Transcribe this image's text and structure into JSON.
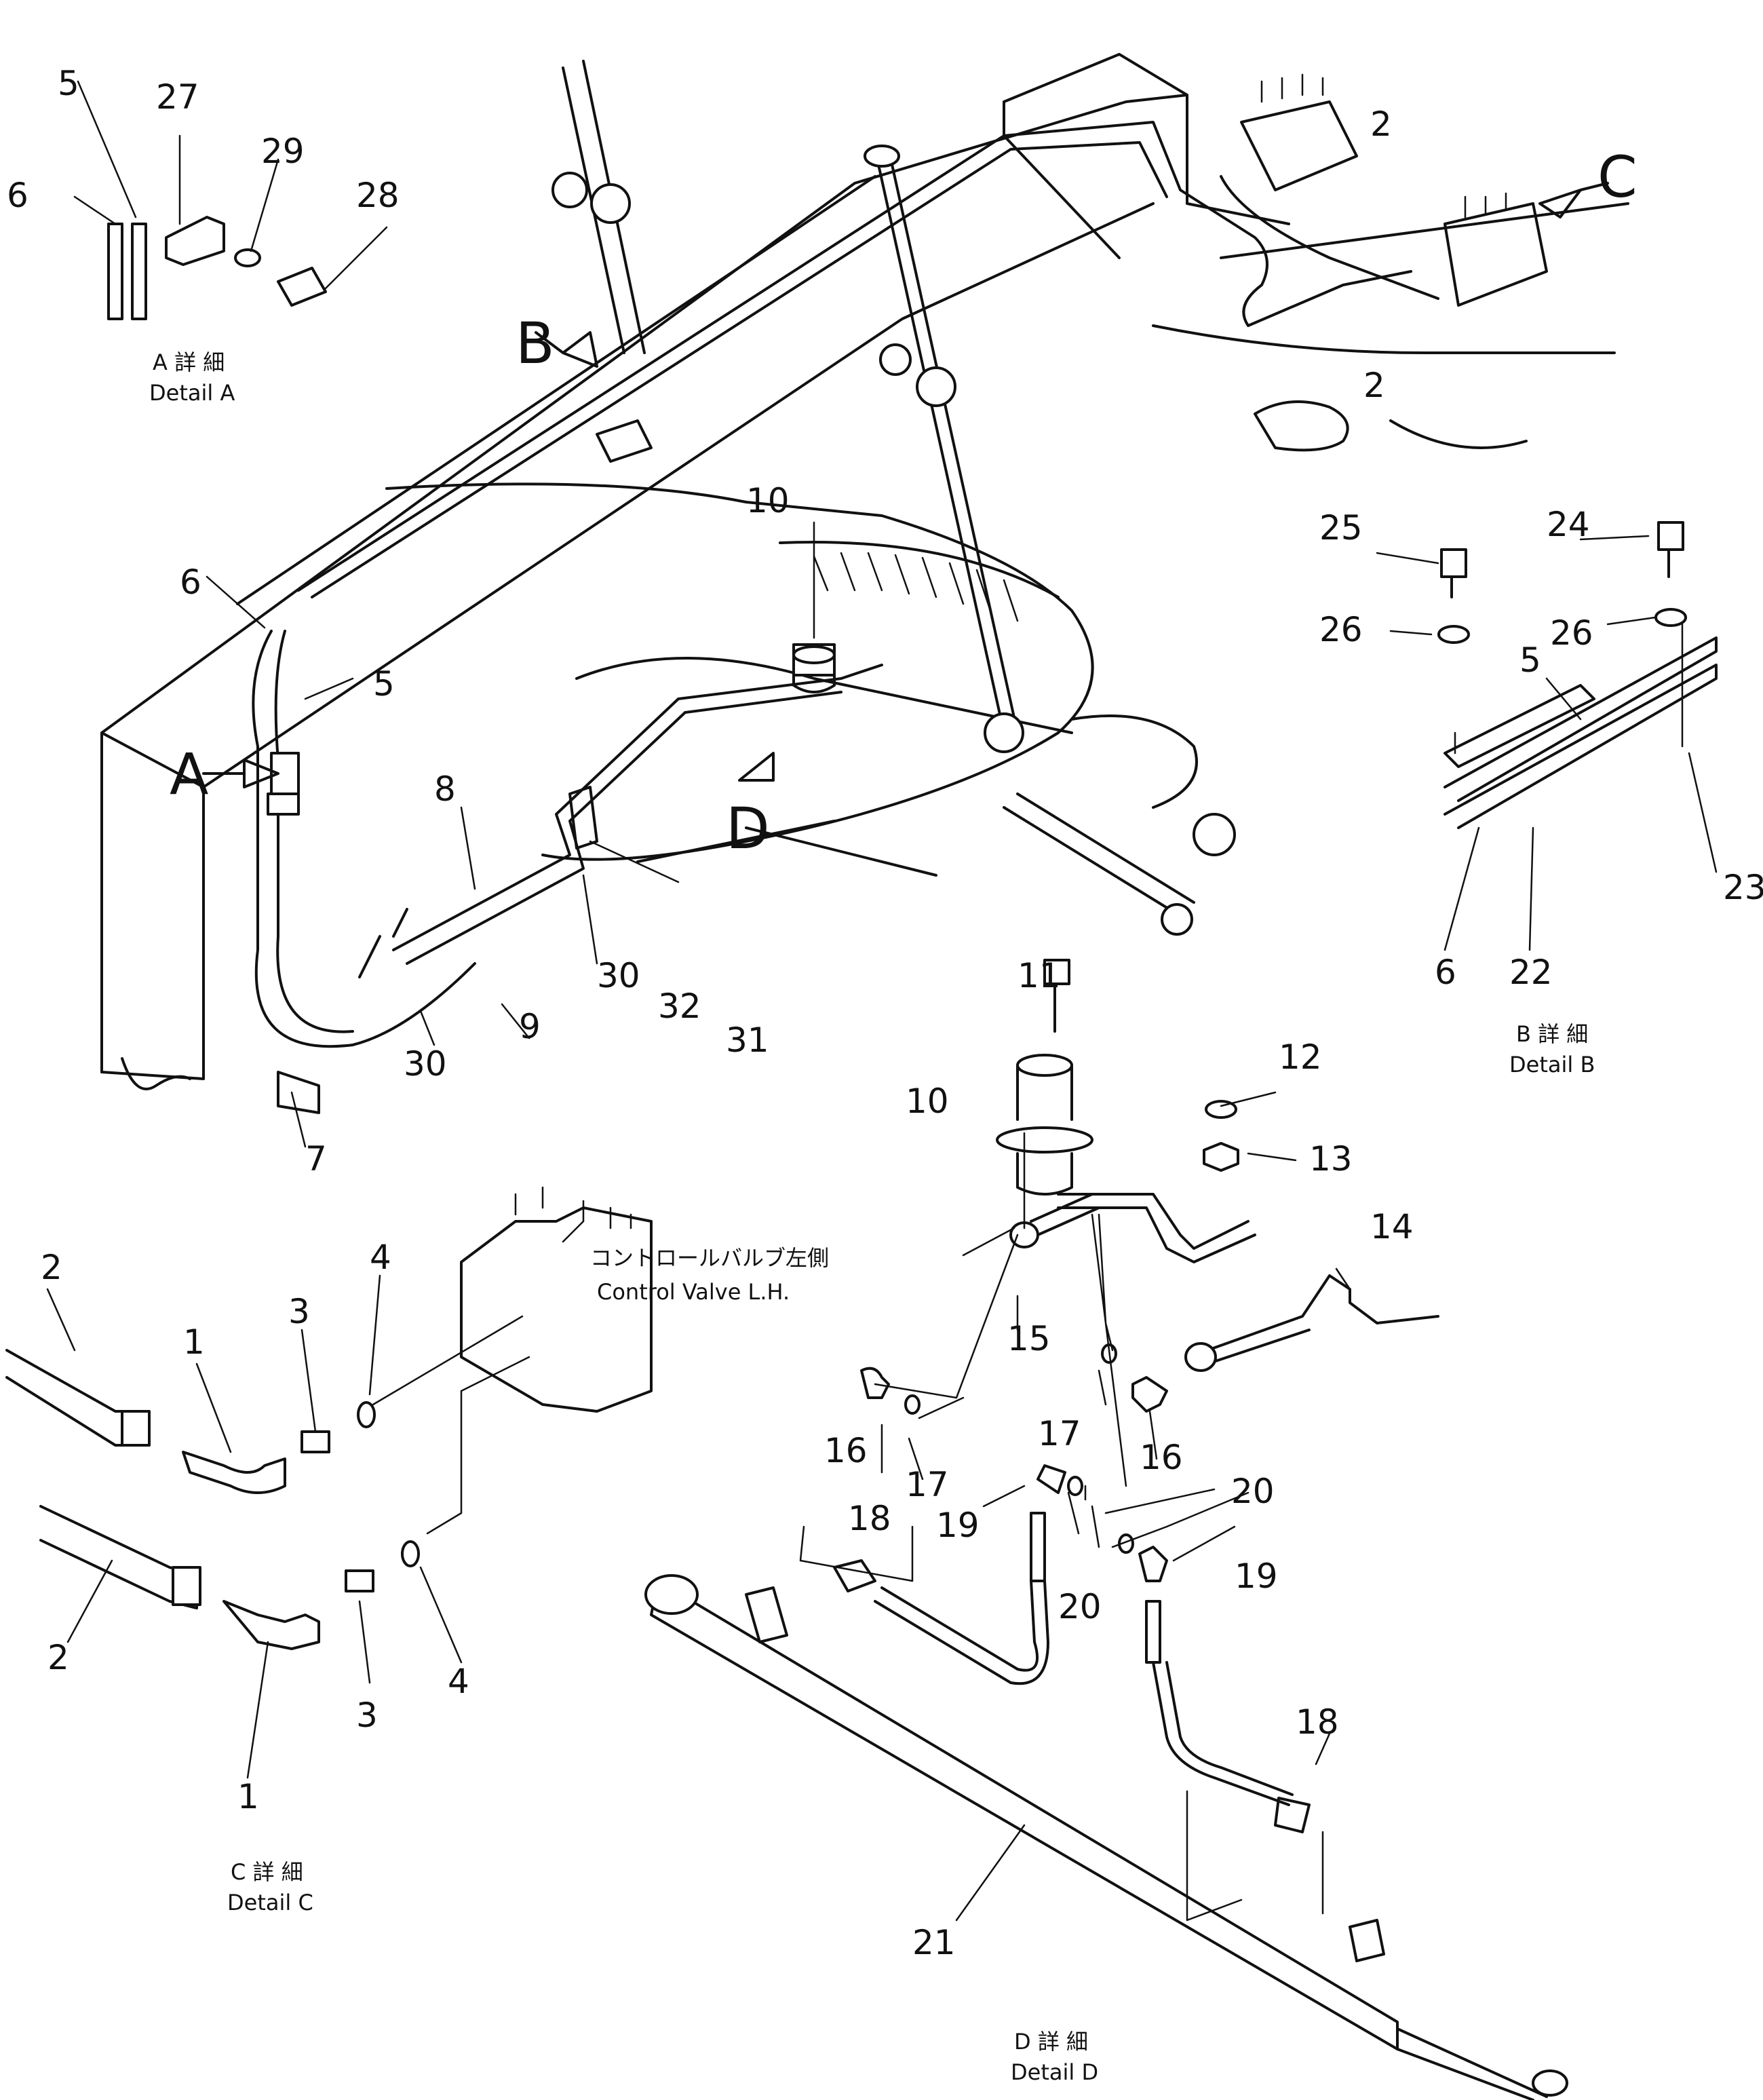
{
  "callouts": {
    "n1a": "1",
    "n1b": "1",
    "n2a": "2",
    "n2b": "2",
    "n2c": "2",
    "n2d": "2",
    "n3a": "3",
    "n3b": "3",
    "n4a": "4",
    "n4b": "4",
    "n5a": "5",
    "n5b": "5",
    "n5c": "5",
    "n6a": "6",
    "n6b": "6",
    "n6c": "6",
    "n7": "7",
    "n8": "8",
    "n9": "9",
    "n10a": "10",
    "n10b": "10",
    "n11": "11",
    "n12": "12",
    "n13": "13",
    "n14": "14",
    "n15": "15",
    "n16a": "16",
    "n16b": "16",
    "n17a": "17",
    "n17b": "17",
    "n18a": "18",
    "n18b": "18",
    "n19a": "19",
    "n19b": "19",
    "n20a": "20",
    "n20b": "20",
    "n21": "21",
    "n22": "22",
    "n23": "23",
    "n24": "24",
    "n25": "25",
    "n26a": "26",
    "n26b": "26",
    "n27": "27",
    "n28": "28",
    "n29": "29",
    "n30a": "30",
    "n30b": "30",
    "n31": "31",
    "n32": "32"
  },
  "arrows": {
    "a": "A",
    "b": "B",
    "c": "C",
    "d": "D"
  },
  "captions": {
    "detail_a_jp": "A 詳 細",
    "detail_a": "Detail A",
    "detail_b_jp": "B 詳 細",
    "detail_b": "Detail B",
    "detail_c_jp": "C 詳 細",
    "detail_c": "Detail C",
    "detail_d_jp": "D 詳 細",
    "detail_d": "Detail D",
    "control_valve_jp": "コントロールバルブ左側",
    "control_valve": "Control Valve L.H."
  }
}
